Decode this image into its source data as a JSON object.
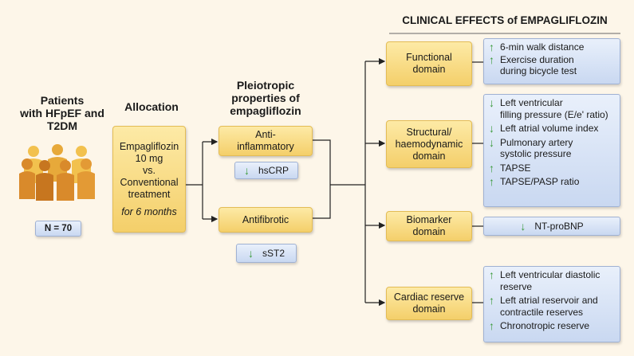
{
  "patients": {
    "title": "Patients\nwith HFpEF and\nT2DM",
    "n_label": "N = 70"
  },
  "allocation": {
    "title": "Allocation",
    "box_text": "Empagliflozin\n10 mg\nvs.\nConventional\ntreatment",
    "duration": "for 6 months"
  },
  "pleiotropic": {
    "title": "Pleiotropic\nproperties of\nempagliflozin",
    "items": [
      {
        "label": "Anti-\ninflammatory",
        "marker": "hsCRP",
        "direction": "down"
      },
      {
        "label": "Antifibrotic",
        "marker": "sST2",
        "direction": "down"
      }
    ]
  },
  "clinical": {
    "title": "CLINICAL EFFECTS of EMPAGLIFLOZIN",
    "domains": [
      {
        "label": "Functional\ndomain",
        "effects": [
          {
            "dir": "up",
            "text": "6-min walk distance"
          },
          {
            "dir": "up",
            "text": "Exercise duration\nduring bicycle test"
          }
        ]
      },
      {
        "label": "Structural/\nhaemodynamic\ndomain",
        "effects": [
          {
            "dir": "down",
            "text": "Left ventricular\nfilling pressure (E/e' ratio)"
          },
          {
            "dir": "down",
            "text": "Left atrial volume index"
          },
          {
            "dir": "down",
            "text": "Pulmonary artery\nsystolic pressure"
          },
          {
            "dir": "up",
            "text": "TAPSE"
          },
          {
            "dir": "up",
            "text": "TAPSE/PASP ratio"
          }
        ]
      },
      {
        "label": "Biomarker\ndomain",
        "effects": [
          {
            "dir": "down",
            "text": "NT-proBNP"
          }
        ]
      },
      {
        "label": "Cardiac reserve\ndomain",
        "effects": [
          {
            "dir": "up",
            "text": "Left ventricular diastolic\nreserve"
          },
          {
            "dir": "up",
            "text": "Left atrial reservoir and\ncontractile reserves"
          },
          {
            "dir": "up",
            "text": "Chronotropic reserve"
          }
        ]
      }
    ]
  },
  "colors": {
    "gold": "#f4cf6a",
    "blue": "#c9d8f1",
    "arrow": "#3a9a3a",
    "line": "#222222"
  },
  "icons": {
    "people": "people-group-icon",
    "up": "up-arrow-icon",
    "down": "down-arrow-icon"
  }
}
